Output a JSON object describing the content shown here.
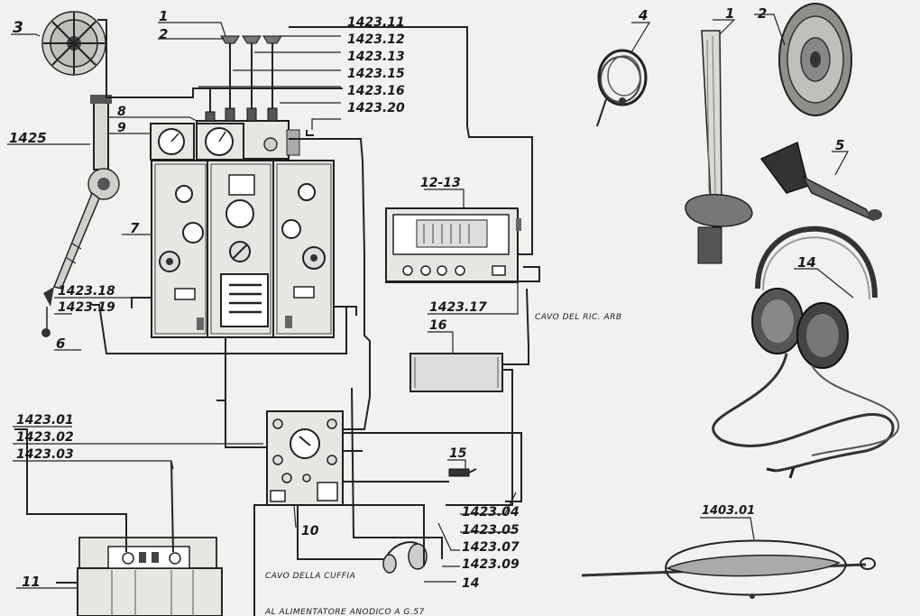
{
  "labels": {
    "n1": "1",
    "n2": "2",
    "n3": "3",
    "l1425": "1425",
    "l1423_11": "1423.11",
    "l1423_12": "1423.12",
    "l1423_13": "1423.13",
    "l1423_15": "1423.15",
    "l1423_16": "1423.16",
    "l1423_20": "1423.20",
    "n8": "8",
    "n9": "9",
    "n7": "7",
    "l12_13": "12-13",
    "l1423_18": "1423.18",
    "l1423_19": "1423.19",
    "n6": "6",
    "l1423_17": "1423.17",
    "n16": "16",
    "l1423_01": "1423.01",
    "l1423_02": "1423.02",
    "l1423_03": "1423.03",
    "n15": "15",
    "n10": "10",
    "n11": "11",
    "n14a": "14",
    "l1423_04": "1423.04",
    "l1423_05": "1423.05",
    "l1423_07": "1423.07",
    "l1423_09": "1423.09",
    "p4": "4",
    "p1": "1",
    "p2": "2",
    "p5": "5",
    "p14": "14",
    "l1403_01": "1403.01"
  },
  "captions": {
    "cavo_ric": "CAVO DEL RIC. ARB",
    "cavo_cuffia": "CAVO DELLA CUFFIA",
    "alimentatore": "AL ALIMENTATORE ANODICO A G.57"
  }
}
